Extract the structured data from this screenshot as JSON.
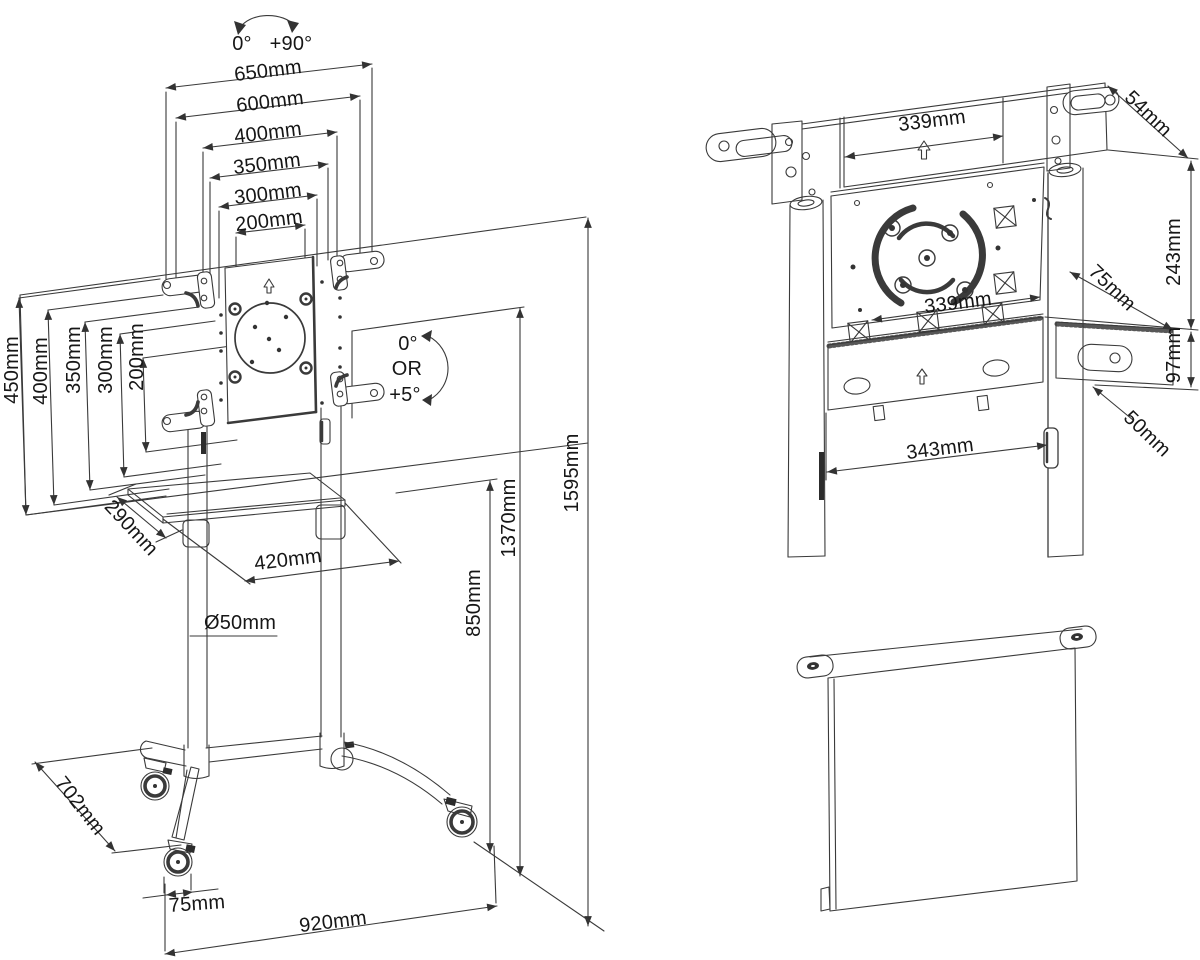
{
  "doc": {
    "type": "technical-line-drawing",
    "subject": "Mobile TV trolley stand with VESA bracket — dimension views",
    "background_color": "#ffffff",
    "line_color": "#3a3a3a",
    "text_color": "#161616"
  },
  "left_view": {
    "name": "trolley-front-isometric-view",
    "rotation_range": {
      "from": "0°",
      "to": "+90°"
    },
    "tilt_note": {
      "line1": "0°",
      "line2": "OR",
      "line3": "+5°"
    },
    "top_widths": [
      {
        "text": "650mm"
      },
      {
        "text": "600mm"
      },
      {
        "text": "400mm"
      },
      {
        "text": "350mm"
      },
      {
        "text": "300mm"
      },
      {
        "text": "200mm"
      }
    ],
    "left_heights": [
      {
        "text": "450mm"
      },
      {
        "text": "400mm"
      },
      {
        "text": "350mm"
      },
      {
        "text": "300mm"
      },
      {
        "text": "200mm"
      }
    ],
    "shelf_depth": "290mm",
    "shelf_width": "420mm",
    "pole_diameter": "Ø50mm",
    "height_total": "1595mm",
    "height_mount": "1370mm",
    "height_shelf": "850mm",
    "base_depth": "702mm",
    "caster_size": "75mm",
    "base_width": "920mm"
  },
  "right_view": {
    "name": "bracket-rear-detail-view",
    "beam_width": "339mm",
    "beam_depth": "54mm",
    "plate_travel": "243mm",
    "plate_offset": "75mm",
    "plate_hole_span": "339mm",
    "rail_height": "97mm",
    "rail_offset": "50mm",
    "rail_width": "343mm"
  }
}
